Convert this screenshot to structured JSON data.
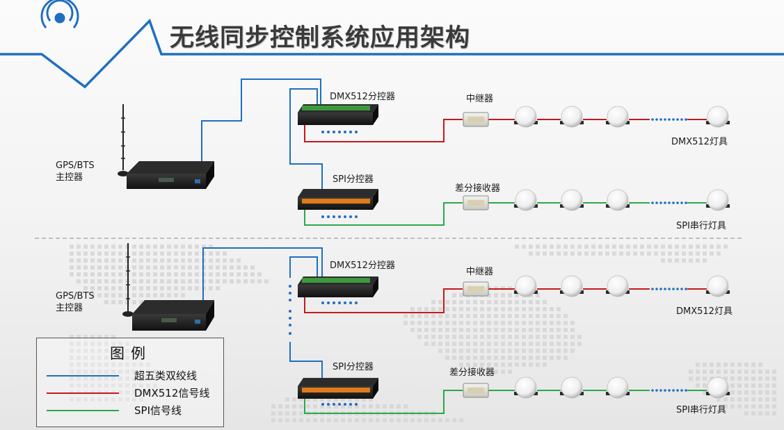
{
  "title": "无线同步控制系统应用架构",
  "colors": {
    "twisted_pair": "#1f6fc0",
    "dmx_signal": "#c31a1a",
    "spi_signal": "#2aa84a",
    "header_line": "#1f6fc0"
  },
  "top": {
    "main_controller": {
      "line1": "GPS/BTS",
      "line2": "主控器"
    },
    "dmx_controller": "DMX512分控器",
    "spi_controller": "SPI分控器",
    "repeater": "中继器",
    "receiver": "差分接收器",
    "dmx_lamps": "DMX512灯具",
    "spi_lamps": "SPI串行灯具"
  },
  "bottom": {
    "main_controller": {
      "line1": "GPS/BTS",
      "line2": "主控器"
    },
    "dmx_controller": "DMX512分控器",
    "spi_controller": "SPI分控器",
    "repeater": "中继器",
    "receiver": "差分接收器",
    "dmx_lamps": "DMX512灯具",
    "spi_lamps": "SPI串行灯具"
  },
  "legend": {
    "title": "图例",
    "items": [
      {
        "label": "超五类双绞线",
        "color": "#1f6fc0"
      },
      {
        "label": "DMX512信号线",
        "color": "#c31a1a"
      },
      {
        "label": "SPI信号线",
        "color": "#2aa84a"
      }
    ]
  }
}
